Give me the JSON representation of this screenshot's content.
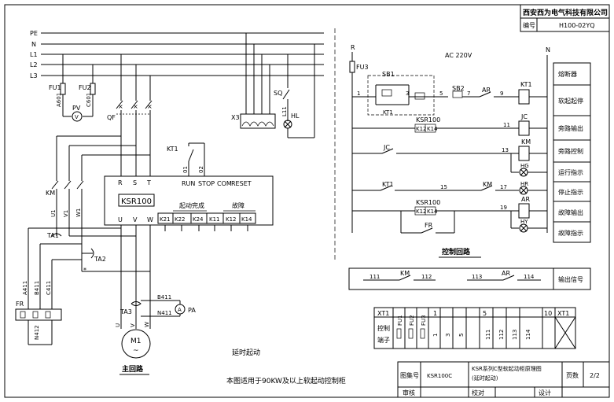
{
  "title_block": {
    "company": "西安西为电气科技有限公司",
    "number_label": "编号",
    "number_value": "H100-02YQ",
    "drawing_no_label": "图集号",
    "drawing_no_value": "KSR100C",
    "drawing_title_line1": "KSR系列C型软起动柜原理图",
    "drawing_title_line2": "(延时起动)",
    "page_label": "页数",
    "page_value": "2/2",
    "review_label": "审核",
    "proofread_label": "校对",
    "design_label": "设计"
  },
  "notes": {
    "applicability": "本图适用于90KW及以上软起动控制柜",
    "delay_start": "延时起动",
    "main_circuit_title": "主回路",
    "control_circuit_title": "控制回路"
  },
  "main_circuit": {
    "buses": [
      "PE",
      "N",
      "L1",
      "L2",
      "L3"
    ],
    "fuses": [
      "FU1",
      "FU2"
    ],
    "fuse_wires": [
      "A601",
      "C601"
    ],
    "voltmeter": "PV",
    "breaker": "QF",
    "starter_model": "KSR100",
    "starter_top_terminals": [
      "R",
      "S",
      "T"
    ],
    "starter_bottom_terminals": [
      "U",
      "V",
      "W"
    ],
    "starter_ctrl_terminals": [
      "RUN",
      "STOP",
      "COM",
      "RESET"
    ],
    "starter_out_terminals": [
      "K21",
      "K22",
      "K24",
      "K11",
      "K12",
      "K14"
    ],
    "start_done_label": "起动完成",
    "fault_label": "故障",
    "kt1": "KT1",
    "kt1_wires": [
      "01",
      "02"
    ],
    "contactor": "KM",
    "contactor_wires": [
      "U1",
      "V1",
      "W1"
    ],
    "ct1": "TA1",
    "ct2": "TA2",
    "ct3": "TA3",
    "ct_wires": [
      "A411",
      "B411",
      "C411"
    ],
    "relay": "FR",
    "relay_wire": "N412",
    "ammeter": "PA",
    "ammeter_wires": [
      "B411",
      "N411"
    ],
    "terminal_block": "X3",
    "limit_switch": "SQ",
    "limit_wire": "L11",
    "lamp": "HL",
    "motor": "M1",
    "motor_symbol": "~",
    "motor_wires": [
      "U",
      "V",
      "W"
    ]
  },
  "control_circuit": {
    "supply_left": "R",
    "supply_fuse": "FU3",
    "supply_voltage": "AC 220V",
    "supply_right": "N",
    "sb1": "SB1",
    "sb2": "SB2",
    "kt1": "KT1",
    "ar": "AR",
    "ksr100": "KSR100",
    "ksr_contacts": [
      "K12",
      "K14"
    ],
    "jc": "JC",
    "km": "KM",
    "fr": "FR",
    "hg": "HG",
    "hr": "HR",
    "hy": "HY",
    "nodes": [
      "1",
      "3",
      "5",
      "7",
      "9",
      "11",
      "13",
      "15",
      "17",
      "19"
    ],
    "legend": [
      "熔断器",
      "软起起停",
      "旁路输出",
      "旁路控制",
      "运行指示",
      "停止指示",
      "故障输出",
      "故障指示"
    ],
    "output_label": "输出信号",
    "output_wires": [
      "111",
      "112",
      "113",
      "114"
    ],
    "output_contacts": [
      "KM",
      "AR"
    ]
  },
  "terminal_table": {
    "row1": [
      "XT1",
      "",
      "",
      "",
      "1",
      "",
      "",
      "5",
      "",
      "",
      "",
      "",
      "10",
      "XT1"
    ],
    "row2_labels": [
      "控制",
      "端子"
    ],
    "fuse_labels": [
      "FU1",
      "FU2",
      "FU3"
    ],
    "numbers": [
      "1",
      "3",
      "5",
      "111",
      "112",
      "113",
      "114"
    ]
  }
}
